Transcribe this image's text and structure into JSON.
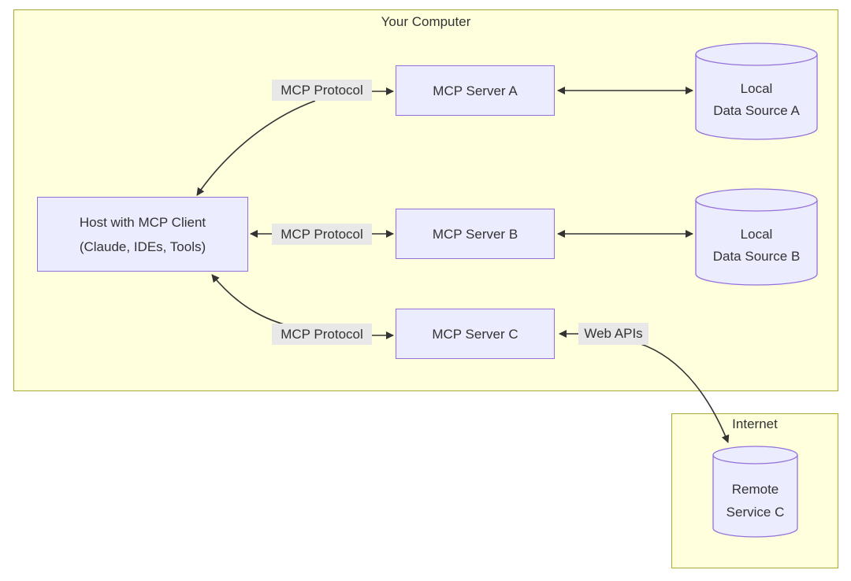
{
  "diagram_type": "flowchart",
  "colors": {
    "background": "#ffffff",
    "cluster_fill": "#ffffde",
    "cluster_stroke": "#aaaa33",
    "node_fill": "#ECECFF",
    "node_stroke": "#9370DB",
    "edge_stroke": "#333333",
    "edge_label_bg": "#e8e8e8",
    "text": "#333333"
  },
  "clusters": {
    "your_computer": {
      "label": "Your Computer"
    },
    "internet": {
      "label": "Internet"
    }
  },
  "nodes": {
    "host": {
      "shape": "rect",
      "line1": "Host with MCP Client",
      "line2": "(Claude, IDEs, Tools)"
    },
    "server_a": {
      "shape": "rect",
      "label": "MCP Server A"
    },
    "server_b": {
      "shape": "rect",
      "label": "MCP Server B"
    },
    "server_c": {
      "shape": "rect",
      "label": "MCP Server C"
    },
    "data_a": {
      "shape": "cylinder",
      "line1": "Local",
      "line2": "Data Source A"
    },
    "data_b": {
      "shape": "cylinder",
      "line1": "Local",
      "line2": "Data Source B"
    },
    "remote_c": {
      "shape": "cylinder",
      "line1": "Remote",
      "line2": "Service C"
    }
  },
  "edges": {
    "host_server_a": {
      "from": "host",
      "to": "server_a",
      "label": "MCP Protocol",
      "direction": "both"
    },
    "host_server_b": {
      "from": "host",
      "to": "server_b",
      "label": "MCP Protocol",
      "direction": "both"
    },
    "host_server_c": {
      "from": "host",
      "to": "server_c",
      "label": "MCP Protocol",
      "direction": "both"
    },
    "server_a_data_a": {
      "from": "server_a",
      "to": "data_a",
      "label": "",
      "direction": "both"
    },
    "server_b_data_b": {
      "from": "server_b",
      "to": "data_b",
      "label": "",
      "direction": "both"
    },
    "server_c_remote_c": {
      "from": "server_c",
      "to": "remote_c",
      "label": "Web APIs",
      "direction": "both"
    }
  }
}
